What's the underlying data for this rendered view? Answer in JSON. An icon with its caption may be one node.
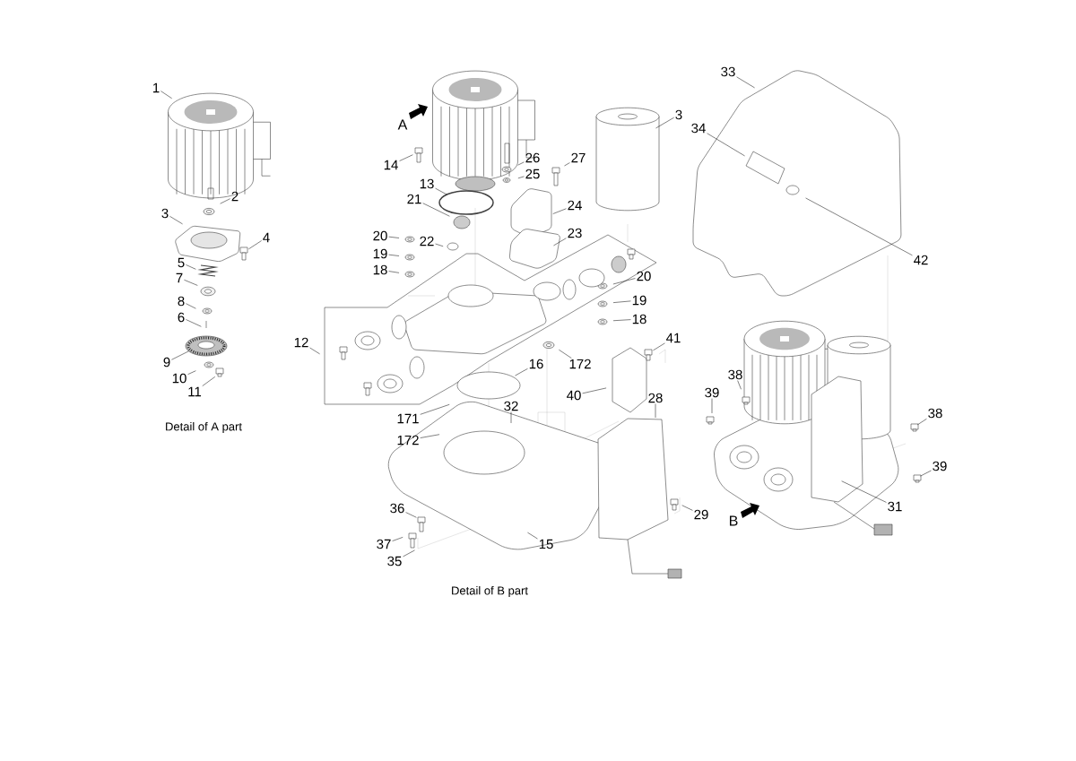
{
  "diagram": {
    "nodes": [
      {
        "text": [
          "1"
        ]
      },
      {
        "text": [
          "2"
        ]
      },
      {
        "text": [
          "3"
        ]
      },
      {
        "text": [
          "4"
        ]
      },
      {
        "text": [
          "5"
        ]
      },
      {
        "text": [
          "7"
        ]
      },
      {
        "text": [
          "8"
        ]
      },
      {
        "text": [
          "6"
        ]
      },
      {
        "text": [
          "9"
        ]
      },
      {
        "text": [
          "10"
        ]
      },
      {
        "text": [
          "11"
        ]
      },
      {
        "text": [
          "14"
        ]
      },
      {
        "text": [
          "26"
        ]
      },
      {
        "text": [
          "25"
        ]
      },
      {
        "text": [
          "27"
        ]
      },
      {
        "text": [
          "13"
        ]
      },
      {
        "text": [
          "3"
        ]
      },
      {
        "text": [
          "21"
        ]
      },
      {
        "text": [
          "24"
        ]
      },
      {
        "text": [
          "22"
        ]
      },
      {
        "text": [
          "23"
        ]
      },
      {
        "text": [
          "20"
        ]
      },
      {
        "text": [
          "19"
        ]
      },
      {
        "text": [
          "18"
        ]
      },
      {
        "text": [
          "20"
        ]
      },
      {
        "text": [
          "19"
        ]
      },
      {
        "text": [
          "18"
        ]
      },
      {
        "text": [
          "12"
        ]
      },
      {
        "text": [
          "41"
        ]
      },
      {
        "text": [
          "16"
        ]
      },
      {
        "text": [
          "172"
        ]
      },
      {
        "text": [
          "40"
        ]
      },
      {
        "text": [
          "28"
        ]
      },
      {
        "text": [
          "171"
        ]
      },
      {
        "text": [
          "172"
        ]
      },
      {
        "text": [
          "32"
        ]
      },
      {
        "text": [
          "36"
        ]
      },
      {
        "text": [
          "37"
        ]
      },
      {
        "text": [
          "35"
        ]
      },
      {
        "text": [
          "15"
        ]
      },
      {
        "text": [
          "29"
        ]
      },
      {
        "text": [
          "33"
        ]
      },
      {
        "text": [
          "34"
        ]
      },
      {
        "text": [
          "42"
        ]
      },
      {
        "text": [
          "38"
        ]
      },
      {
        "text": [
          "39"
        ]
      },
      {
        "text": [
          "38"
        ]
      },
      {
        "text": [
          "39"
        ]
      },
      {
        "text": [
          "31"
        ]
      }
    ],
    "edges": [
      {
        "from": 0,
        "to": null,
        "arrow": "none"
      },
      {
        "from": 1,
        "to": null,
        "arrow": "none"
      },
      {
        "from": 2,
        "to": null,
        "arrow": "none"
      },
      {
        "from": 3,
        "to": null,
        "arrow": "none"
      },
      {
        "from": 4,
        "to": null,
        "arrow": "none"
      },
      {
        "from": 5,
        "to": null,
        "arrow": "none"
      },
      {
        "from": 6,
        "to": null,
        "arrow": "none"
      },
      {
        "from": 7,
        "to": null,
        "arrow": "none"
      },
      {
        "from": 8,
        "to": null,
        "arrow": "none"
      },
      {
        "from": 9,
        "to": null,
        "arrow": "none"
      },
      {
        "from": 10,
        "to": null,
        "arrow": "none"
      },
      {
        "from": 11,
        "to": null,
        "arrow": "none"
      },
      {
        "from": 12,
        "to": null,
        "arrow": "none"
      },
      {
        "from": 13,
        "to": null,
        "arrow": "none"
      },
      {
        "from": 14,
        "to": null,
        "arrow": "none"
      },
      {
        "from": 15,
        "to": null,
        "arrow": "none"
      },
      {
        "from": 16,
        "to": null,
        "arrow": "none"
      },
      {
        "from": 17,
        "to": null,
        "arrow": "none"
      },
      {
        "from": 18,
        "to": null,
        "arrow": "none"
      },
      {
        "from": 19,
        "to": null,
        "arrow": "none"
      },
      {
        "from": 20,
        "to": null,
        "arrow": "none"
      },
      {
        "from": 21,
        "to": null,
        "arrow": "none"
      },
      {
        "from": 22,
        "to": null,
        "arrow": "none"
      },
      {
        "from": 23,
        "to": null,
        "arrow": "none"
      },
      {
        "from": 24,
        "to": null,
        "arrow": "none"
      },
      {
        "from": 25,
        "to": null,
        "arrow": "none"
      },
      {
        "from": 26,
        "to": null,
        "arrow": "none"
      },
      {
        "from": 27,
        "to": null,
        "arrow": "none"
      },
      {
        "from": 28,
        "to": null,
        "arrow": "none"
      },
      {
        "from": 29,
        "to": null,
        "arrow": "none"
      },
      {
        "from": 30,
        "to": null,
        "arrow": "none"
      },
      {
        "from": 31,
        "to": null,
        "arrow": "none"
      },
      {
        "from": 32,
        "to": null,
        "arrow": "none"
      },
      {
        "from": 33,
        "to": null,
        "arrow": "none"
      },
      {
        "from": 34,
        "to": null,
        "arrow": "none"
      },
      {
        "from": 35,
        "to": null,
        "arrow": "none"
      },
      {
        "from": 36,
        "to": null,
        "arrow": "none"
      },
      {
        "from": 37,
        "to": null,
        "arrow": "none"
      },
      {
        "from": 38,
        "to": null,
        "arrow": "none"
      },
      {
        "from": 39,
        "to": null,
        "arrow": "none"
      },
      {
        "from": 40,
        "to": null,
        "arrow": "none"
      },
      {
        "from": 41,
        "to": null,
        "arrow": "none"
      },
      {
        "from": 42,
        "to": null,
        "arrow": "none"
      },
      {
        "from": 43,
        "to": null,
        "arrow": "none"
      },
      {
        "from": 44,
        "to": null,
        "arrow": "none"
      },
      {
        "from": 45,
        "to": null,
        "arrow": "none"
      },
      {
        "from": 46,
        "to": null,
        "arrow": "none"
      },
      {
        "from": 47,
        "to": null,
        "arrow": "none"
      },
      {
        "from": 48,
        "to": null,
        "arrow": "none"
      }
    ],
    "labels": [
      "A",
      "Detail of A part",
      "Detail of B part",
      "B"
    ]
  }
}
